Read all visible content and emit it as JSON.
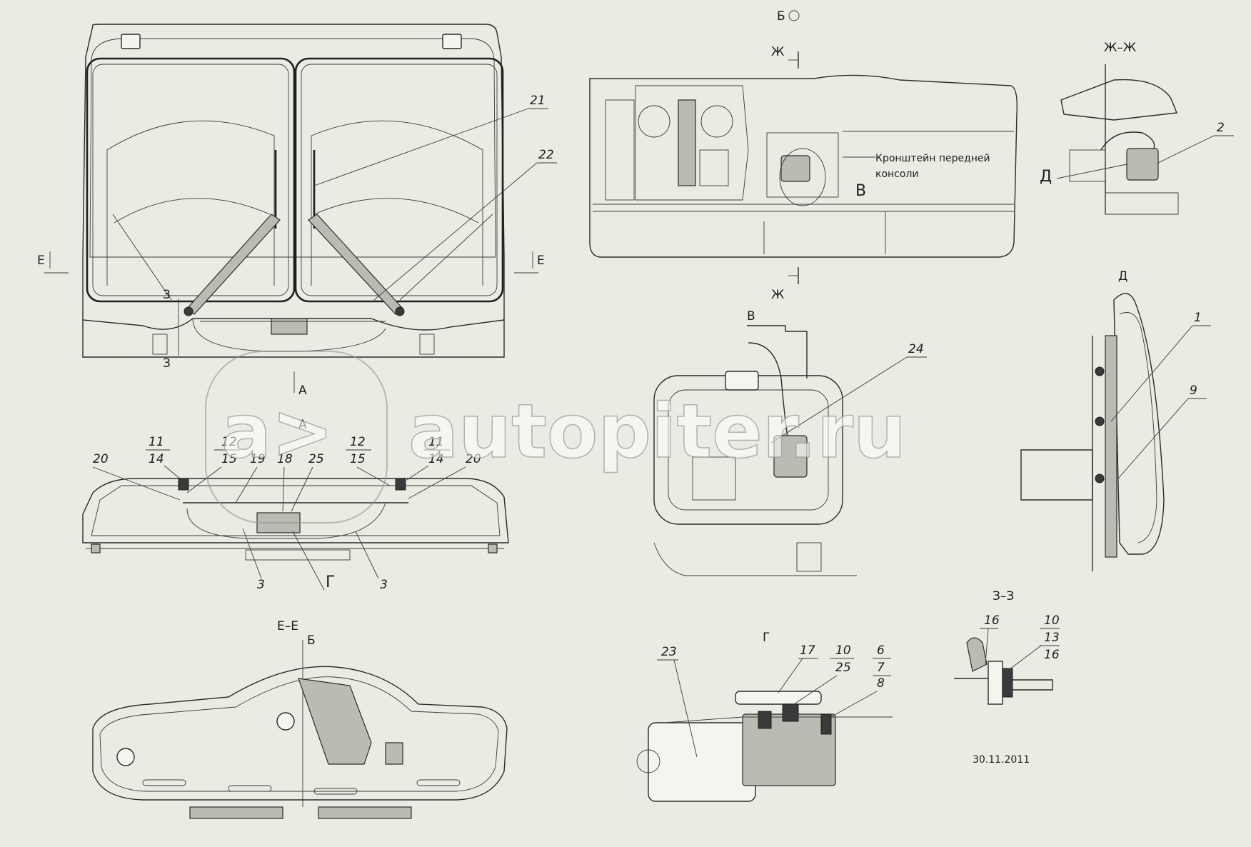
{
  "views": {
    "view_b": "Б",
    "view_zh_cut": "Ж",
    "section_zh": "Ж–Ж",
    "section_e": "Е–Е",
    "section_z": "З–З",
    "view_v": "В",
    "view_g": "Г",
    "view_d": "Д",
    "view_a": "А",
    "cut_e": "Е",
    "cut_z": "З",
    "cut_b": "Б"
  },
  "note": {
    "line1": "Кронштейн передней",
    "line2": "консоли",
    "ref": "В"
  },
  "watermark": "autopiter.ru",
  "date": "30.11.2011",
  "callouts": {
    "front": [
      "21",
      "22"
    ],
    "bottom": [
      "11",
      "14",
      "20",
      "12",
      "15",
      "19",
      "18",
      "25",
      "12",
      "15",
      "11",
      "14",
      "20",
      "3",
      "3"
    ],
    "bottom_g": "Г",
    "zh": [
      "2"
    ],
    "d": [
      "1",
      "9"
    ],
    "v": [
      "24"
    ],
    "g": [
      "23",
      "17",
      "10",
      "25",
      "6",
      "7",
      "8"
    ],
    "z": [
      "16",
      "10",
      "13",
      "16"
    ]
  }
}
